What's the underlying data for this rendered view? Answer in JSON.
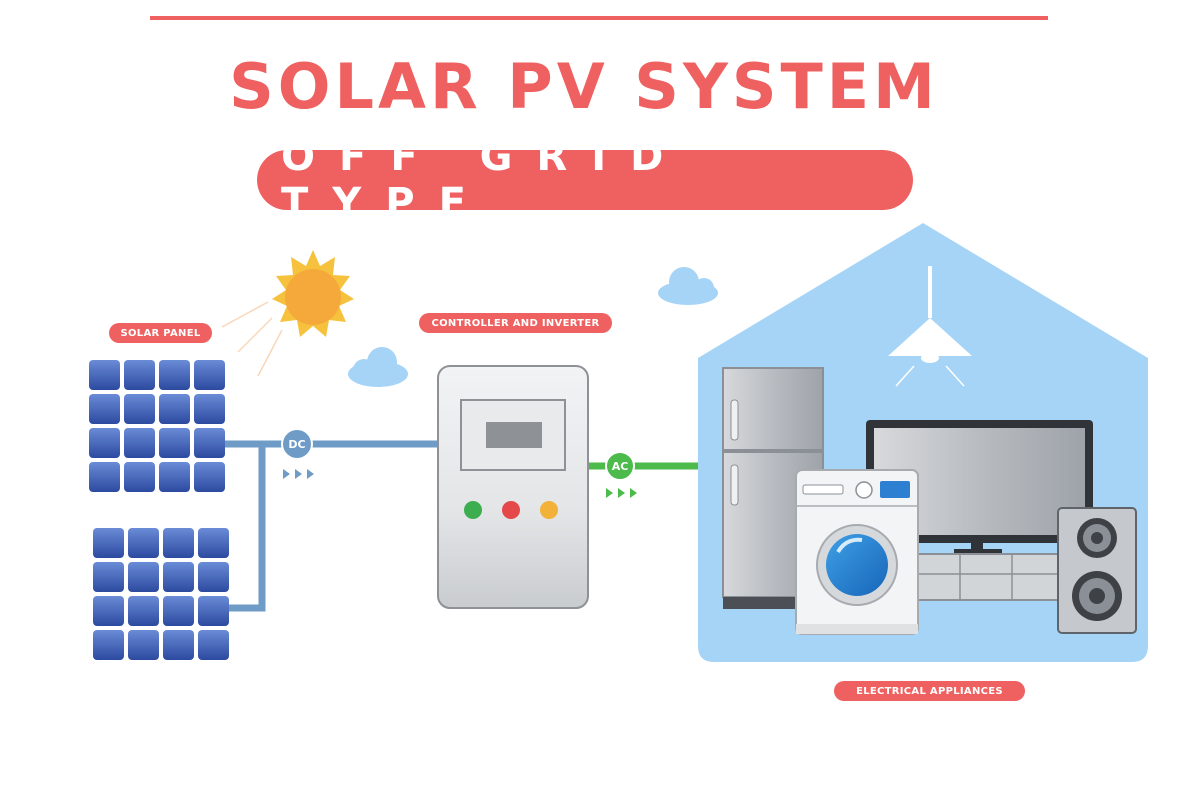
{
  "header": {
    "title": "SOLAR PV SYSTEM",
    "subtitle": "OFF GRID TYPE"
  },
  "labels": {
    "solar_panel": "SOLAR PANEL",
    "controller": "CONTROLLER AND INVERTER",
    "appliances": "ELECTRICAL APPLIANCES"
  },
  "badges": {
    "dc": "DC",
    "ac": "AC"
  },
  "colors": {
    "accent": "#ef6161",
    "dc_line": "#6f9cc6",
    "ac_line": "#4cbb4c",
    "house": "#a6d4f6",
    "panel": "#3b5db4",
    "sun": "#f4a93a"
  },
  "icons": [
    "sun-icon",
    "cloud-icon",
    "solar-panel-icon",
    "inverter-icon",
    "house-icon",
    "ceiling-lamp-icon",
    "refrigerator-icon",
    "tv-icon",
    "washing-machine-icon",
    "speaker-icon"
  ]
}
